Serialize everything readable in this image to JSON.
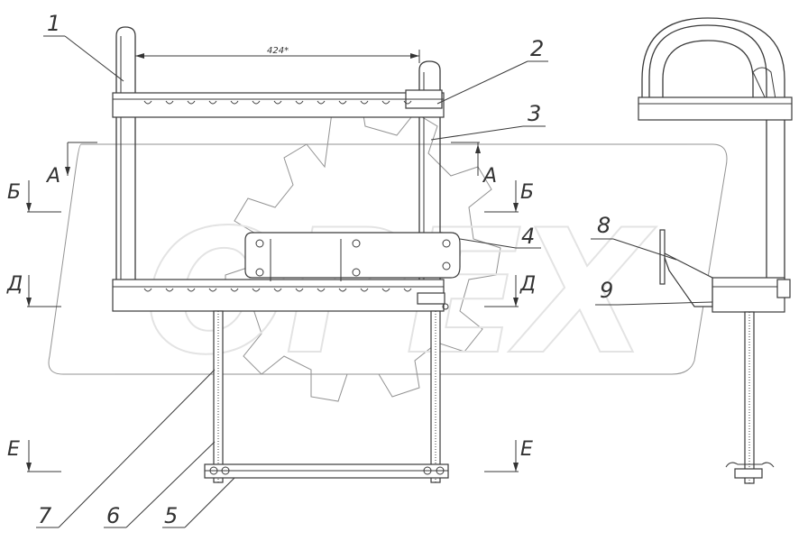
{
  "dimension": "424*",
  "callouts": [
    "1",
    "2",
    "3",
    "4",
    "5",
    "6",
    "7",
    "8",
    "9"
  ],
  "sections": {
    "a_left": "А",
    "a_right": "А",
    "b_left": "Б",
    "b_right": "Б",
    "d_left": "Д",
    "d_right": "Д",
    "e_left": "Е",
    "e_right": "Е"
  },
  "watermark": "OPEX"
}
